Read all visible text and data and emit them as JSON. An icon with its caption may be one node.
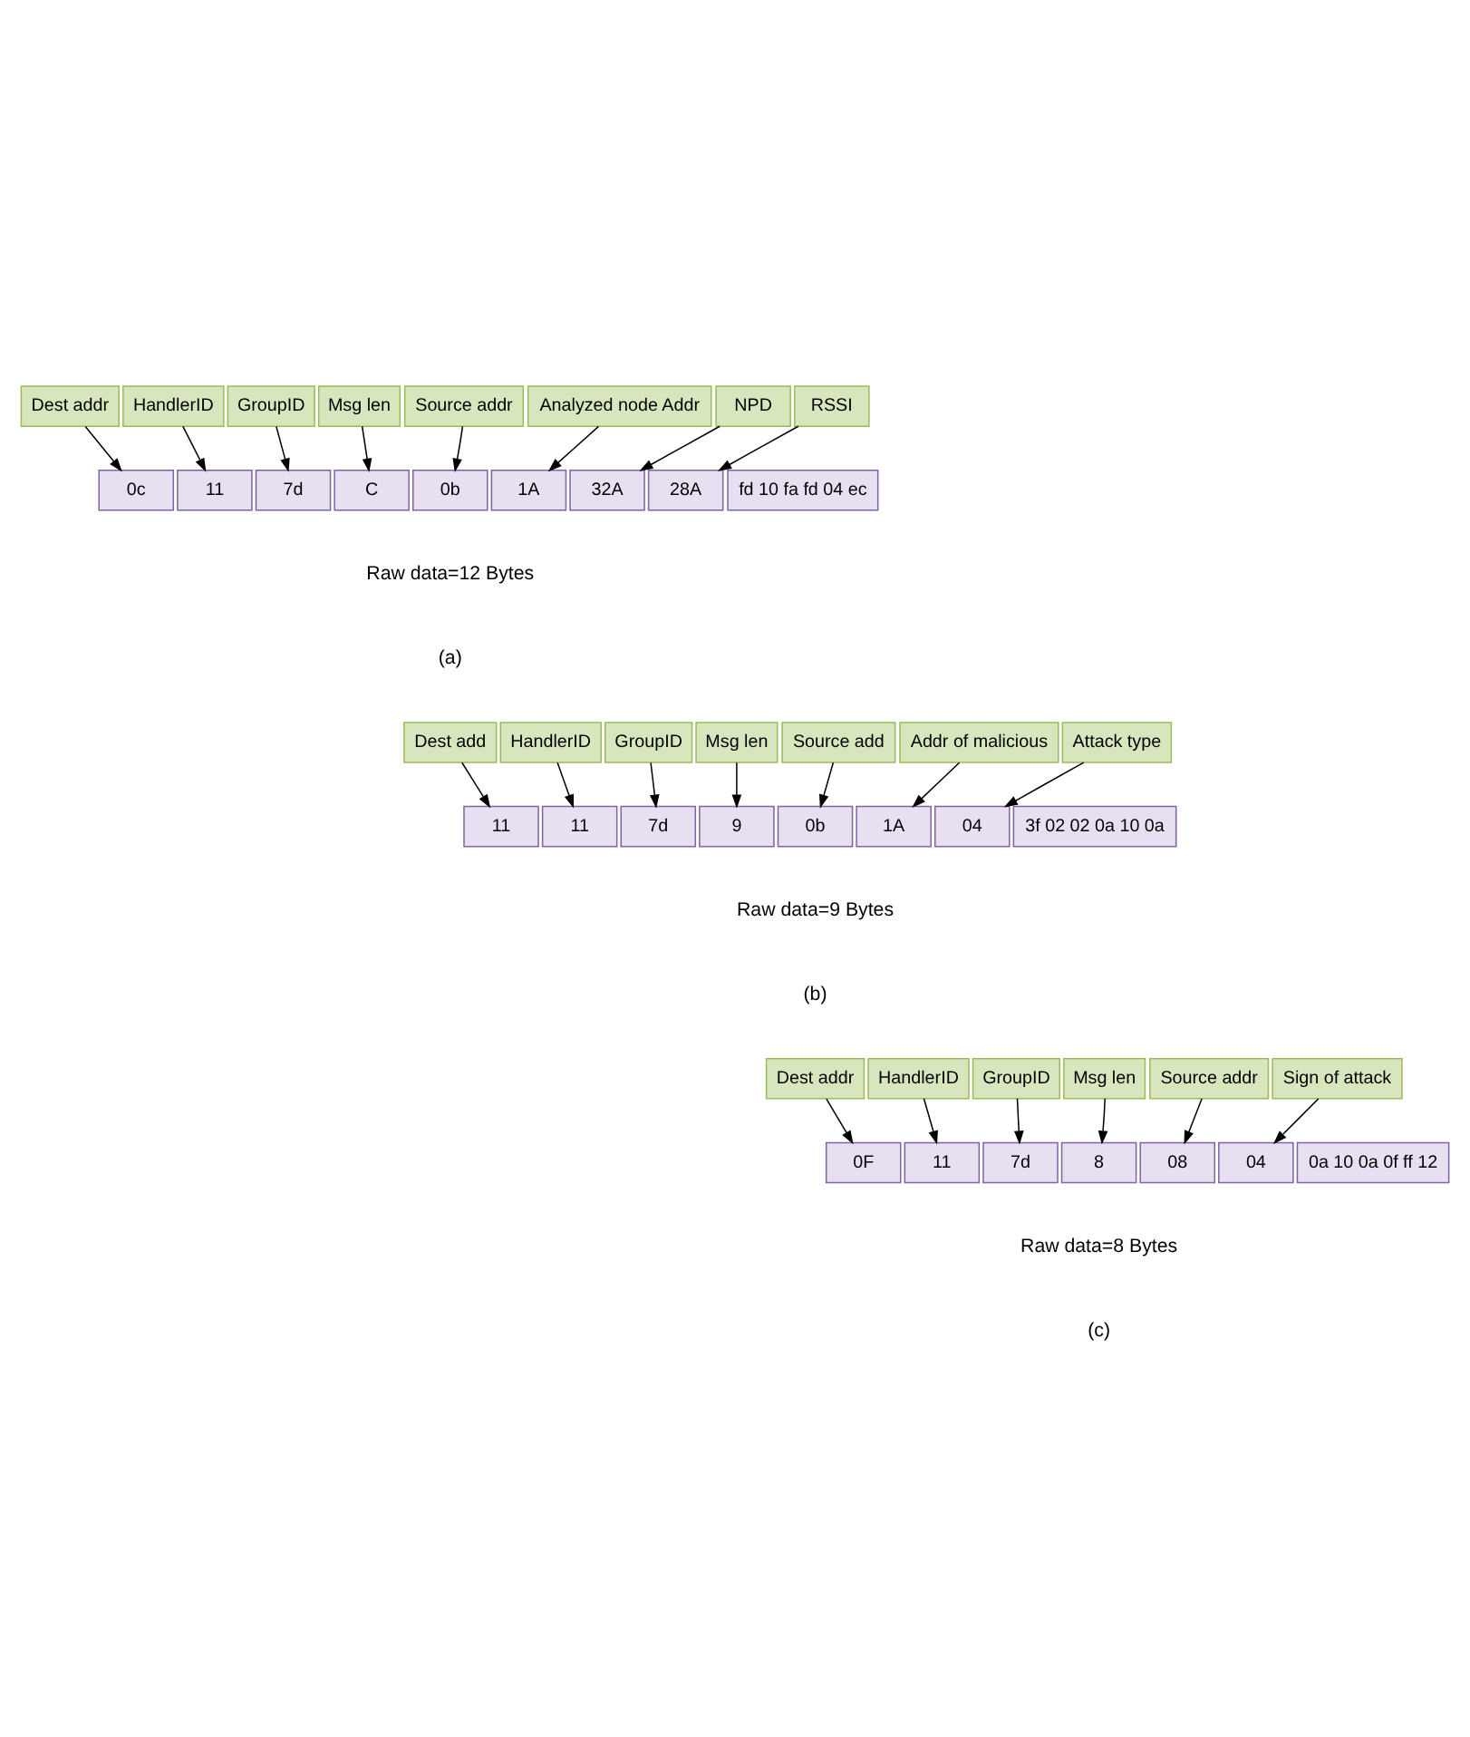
{
  "diagram": {
    "nodes": [
      {
        "text": [
          "Dest addr"
        ]
      },
      {
        "text": [
          "HandlerID"
        ]
      },
      {
        "text": [
          "GroupID"
        ]
      },
      {
        "text": [
          "Msg len"
        ]
      },
      {
        "text": [
          "Source addr"
        ]
      },
      {
        "text": [
          "Analyzed node Addr"
        ]
      },
      {
        "text": [
          "NPD"
        ]
      },
      {
        "text": [
          "RSSI"
        ]
      },
      {
        "text": [
          "0c"
        ]
      },
      {
        "text": [
          "11"
        ]
      },
      {
        "text": [
          "7d"
        ]
      },
      {
        "text": [
          "C"
        ]
      },
      {
        "text": [
          "0b"
        ]
      },
      {
        "text": [
          "1A"
        ]
      },
      {
        "text": [
          "32A"
        ]
      },
      {
        "text": [
          "28A"
        ]
      },
      {
        "text": [
          "fd 10 fa fd 04 ec"
        ]
      },
      {
        "text": [
          "Dest add"
        ]
      },
      {
        "text": [
          "HandlerID"
        ]
      },
      {
        "text": [
          "GroupID"
        ]
      },
      {
        "text": [
          "Msg len"
        ]
      },
      {
        "text": [
          "Source add"
        ]
      },
      {
        "text": [
          "Addr of malicious"
        ]
      },
      {
        "text": [
          "Attack type"
        ]
      },
      {
        "text": [
          "11"
        ]
      },
      {
        "text": [
          "11"
        ]
      },
      {
        "text": [
          "7d"
        ]
      },
      {
        "text": [
          "9"
        ]
      },
      {
        "text": [
          "0b"
        ]
      },
      {
        "text": [
          "1A"
        ]
      },
      {
        "text": [
          "04"
        ]
      },
      {
        "text": [
          "3f 02 02 0a 10 0a"
        ]
      },
      {
        "text": [
          "Dest addr"
        ]
      },
      {
        "text": [
          "HandlerID"
        ]
      },
      {
        "text": [
          "GroupID"
        ]
      },
      {
        "text": [
          "Msg len"
        ]
      },
      {
        "text": [
          "Source addr"
        ]
      },
      {
        "text": [
          "Sign of attack"
        ]
      },
      {
        "text": [
          "0F"
        ]
      },
      {
        "text": [
          "11"
        ]
      },
      {
        "text": [
          "7d"
        ]
      },
      {
        "text": [
          "8"
        ]
      },
      {
        "text": [
          "08"
        ]
      },
      {
        "text": [
          "04"
        ]
      },
      {
        "text": [
          "0a 10 0a 0f ff 12"
        ]
      }
    ],
    "edges": [
      {
        "from": 0,
        "to": 8,
        "arrow": "to"
      },
      {
        "from": 1,
        "to": 9,
        "arrow": "to"
      },
      {
        "from": 2,
        "to": 10,
        "arrow": "to"
      },
      {
        "from": 3,
        "to": 11,
        "arrow": "to"
      },
      {
        "from": 4,
        "to": 12,
        "arrow": "to"
      },
      {
        "from": 5,
        "to": 13,
        "arrow": "to"
      },
      {
        "from": 6,
        "to": 14,
        "arrow": "to"
      },
      {
        "from": 7,
        "to": 15,
        "arrow": "to"
      },
      {
        "from": 17,
        "to": 24,
        "arrow": "to"
      },
      {
        "from": 18,
        "to": 25,
        "arrow": "to"
      },
      {
        "from": 19,
        "to": 26,
        "arrow": "to"
      },
      {
        "from": 20,
        "to": 27,
        "arrow": "to"
      },
      {
        "from": 21,
        "to": 28,
        "arrow": "to"
      },
      {
        "from": 22,
        "to": 29,
        "arrow": "to"
      },
      {
        "from": 23,
        "to": 30,
        "arrow": "to"
      },
      {
        "from": 32,
        "to": 38,
        "arrow": "to"
      },
      {
        "from": 33,
        "to": 39,
        "arrow": "to"
      },
      {
        "from": 34,
        "to": 40,
        "arrow": "to"
      },
      {
        "from": 35,
        "to": 41,
        "arrow": "to"
      },
      {
        "from": 36,
        "to": 42,
        "arrow": "to"
      },
      {
        "from": 37,
        "to": 43,
        "arrow": "to"
      }
    ],
    "labels": [
      "Raw data=12 Bytes",
      "(a)",
      "Raw data=9 Bytes",
      "(b)",
      "Raw data=8 Bytes",
      "(c)"
    ]
  }
}
